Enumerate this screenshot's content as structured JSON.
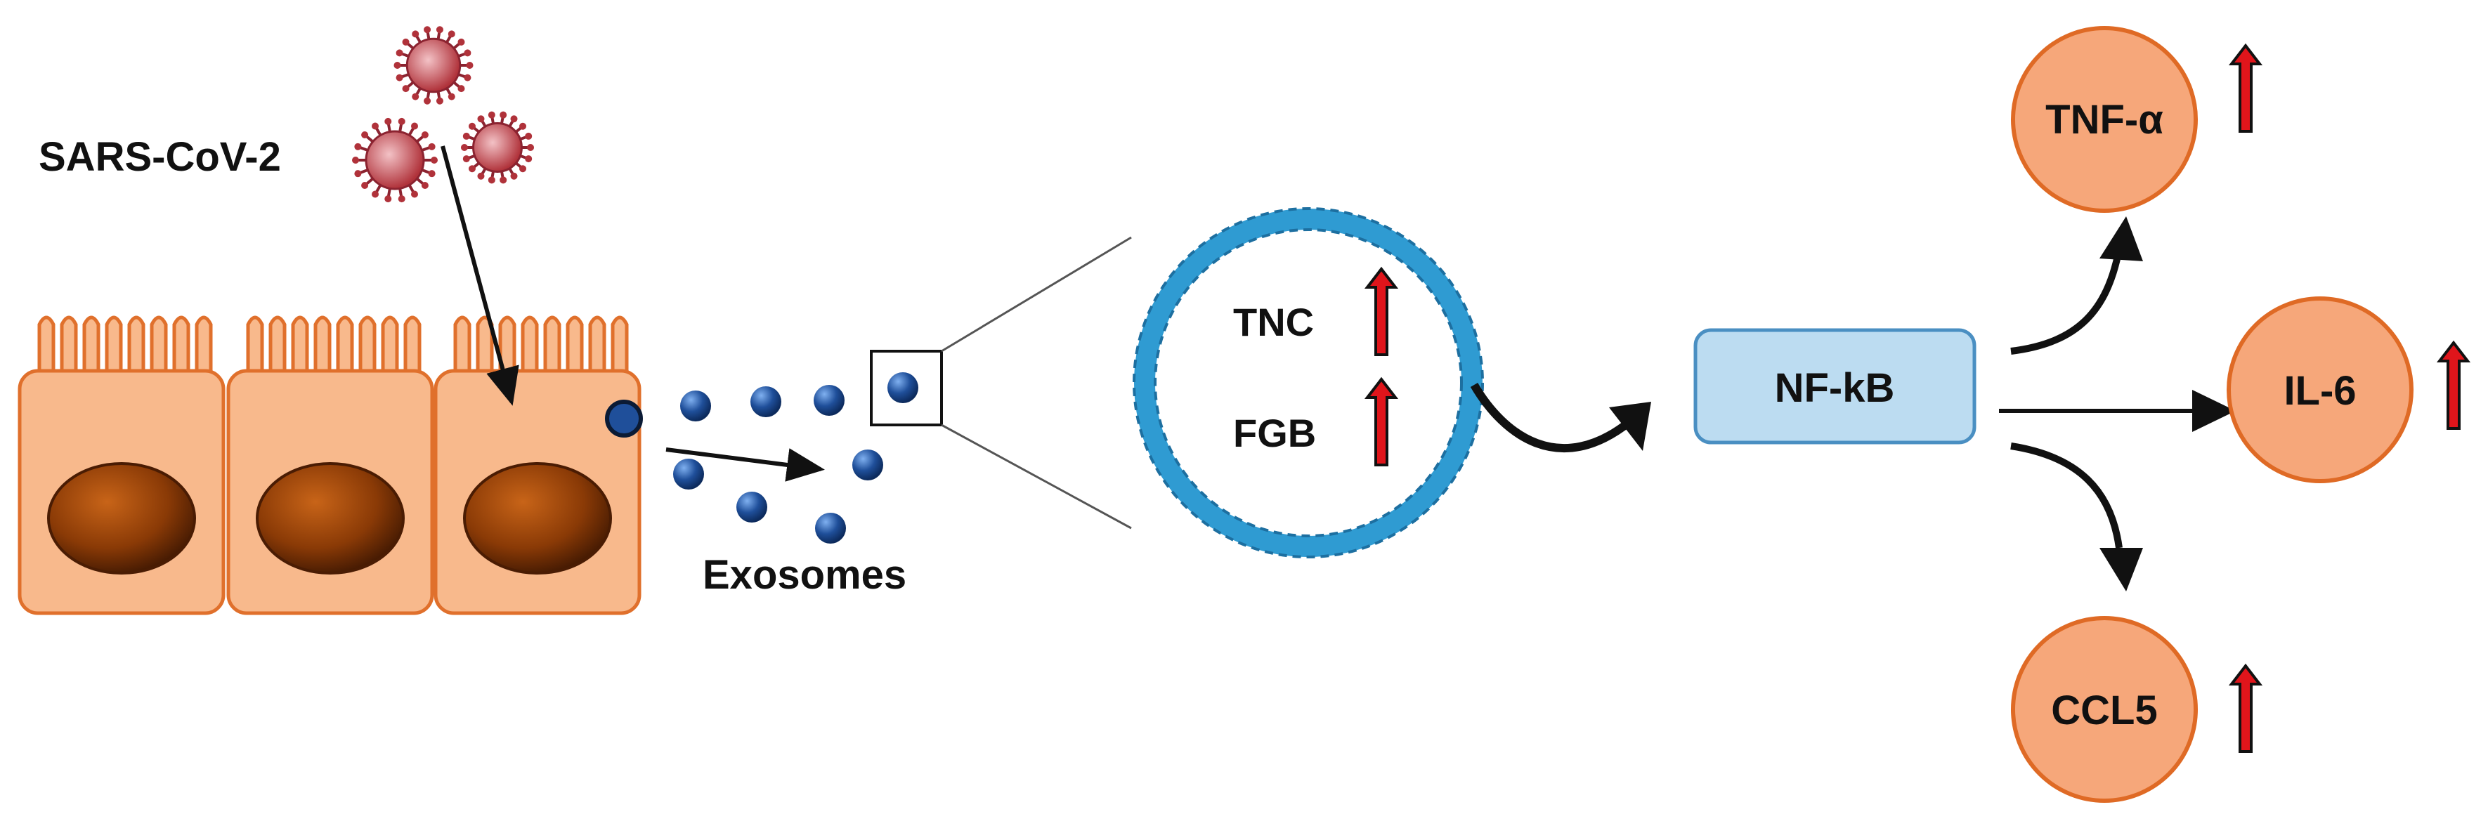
{
  "virus": {
    "label": "SARS-CoV-2"
  },
  "exosomes": {
    "label": "Exosomes"
  },
  "vesicle": {
    "cargo": [
      {
        "name": "TNC",
        "trend": "up"
      },
      {
        "name": "FGB",
        "trend": "up"
      }
    ]
  },
  "pathway": {
    "label": "NF-kB"
  },
  "cytokines": [
    {
      "name": "TNF-α",
      "trend": "up"
    },
    {
      "name": "IL-6",
      "trend": "up"
    },
    {
      "name": "CCL5",
      "trend": "up"
    }
  ],
  "colors": {
    "cell_fill": "#f8b98c",
    "cell_stroke": "#e0702c",
    "nucleus": "#8a3a06",
    "exosome": "#1f4f9a",
    "vesicle_ring": "#2f9bd2",
    "nfkb_fill": "#bcdcf1",
    "nfkb_stroke": "#4a8fc2",
    "cytokine_fill": "#f6a77a",
    "cytokine_stroke": "#df6a25",
    "up_arrow": "#e0151b",
    "virus": "#b0323a"
  }
}
